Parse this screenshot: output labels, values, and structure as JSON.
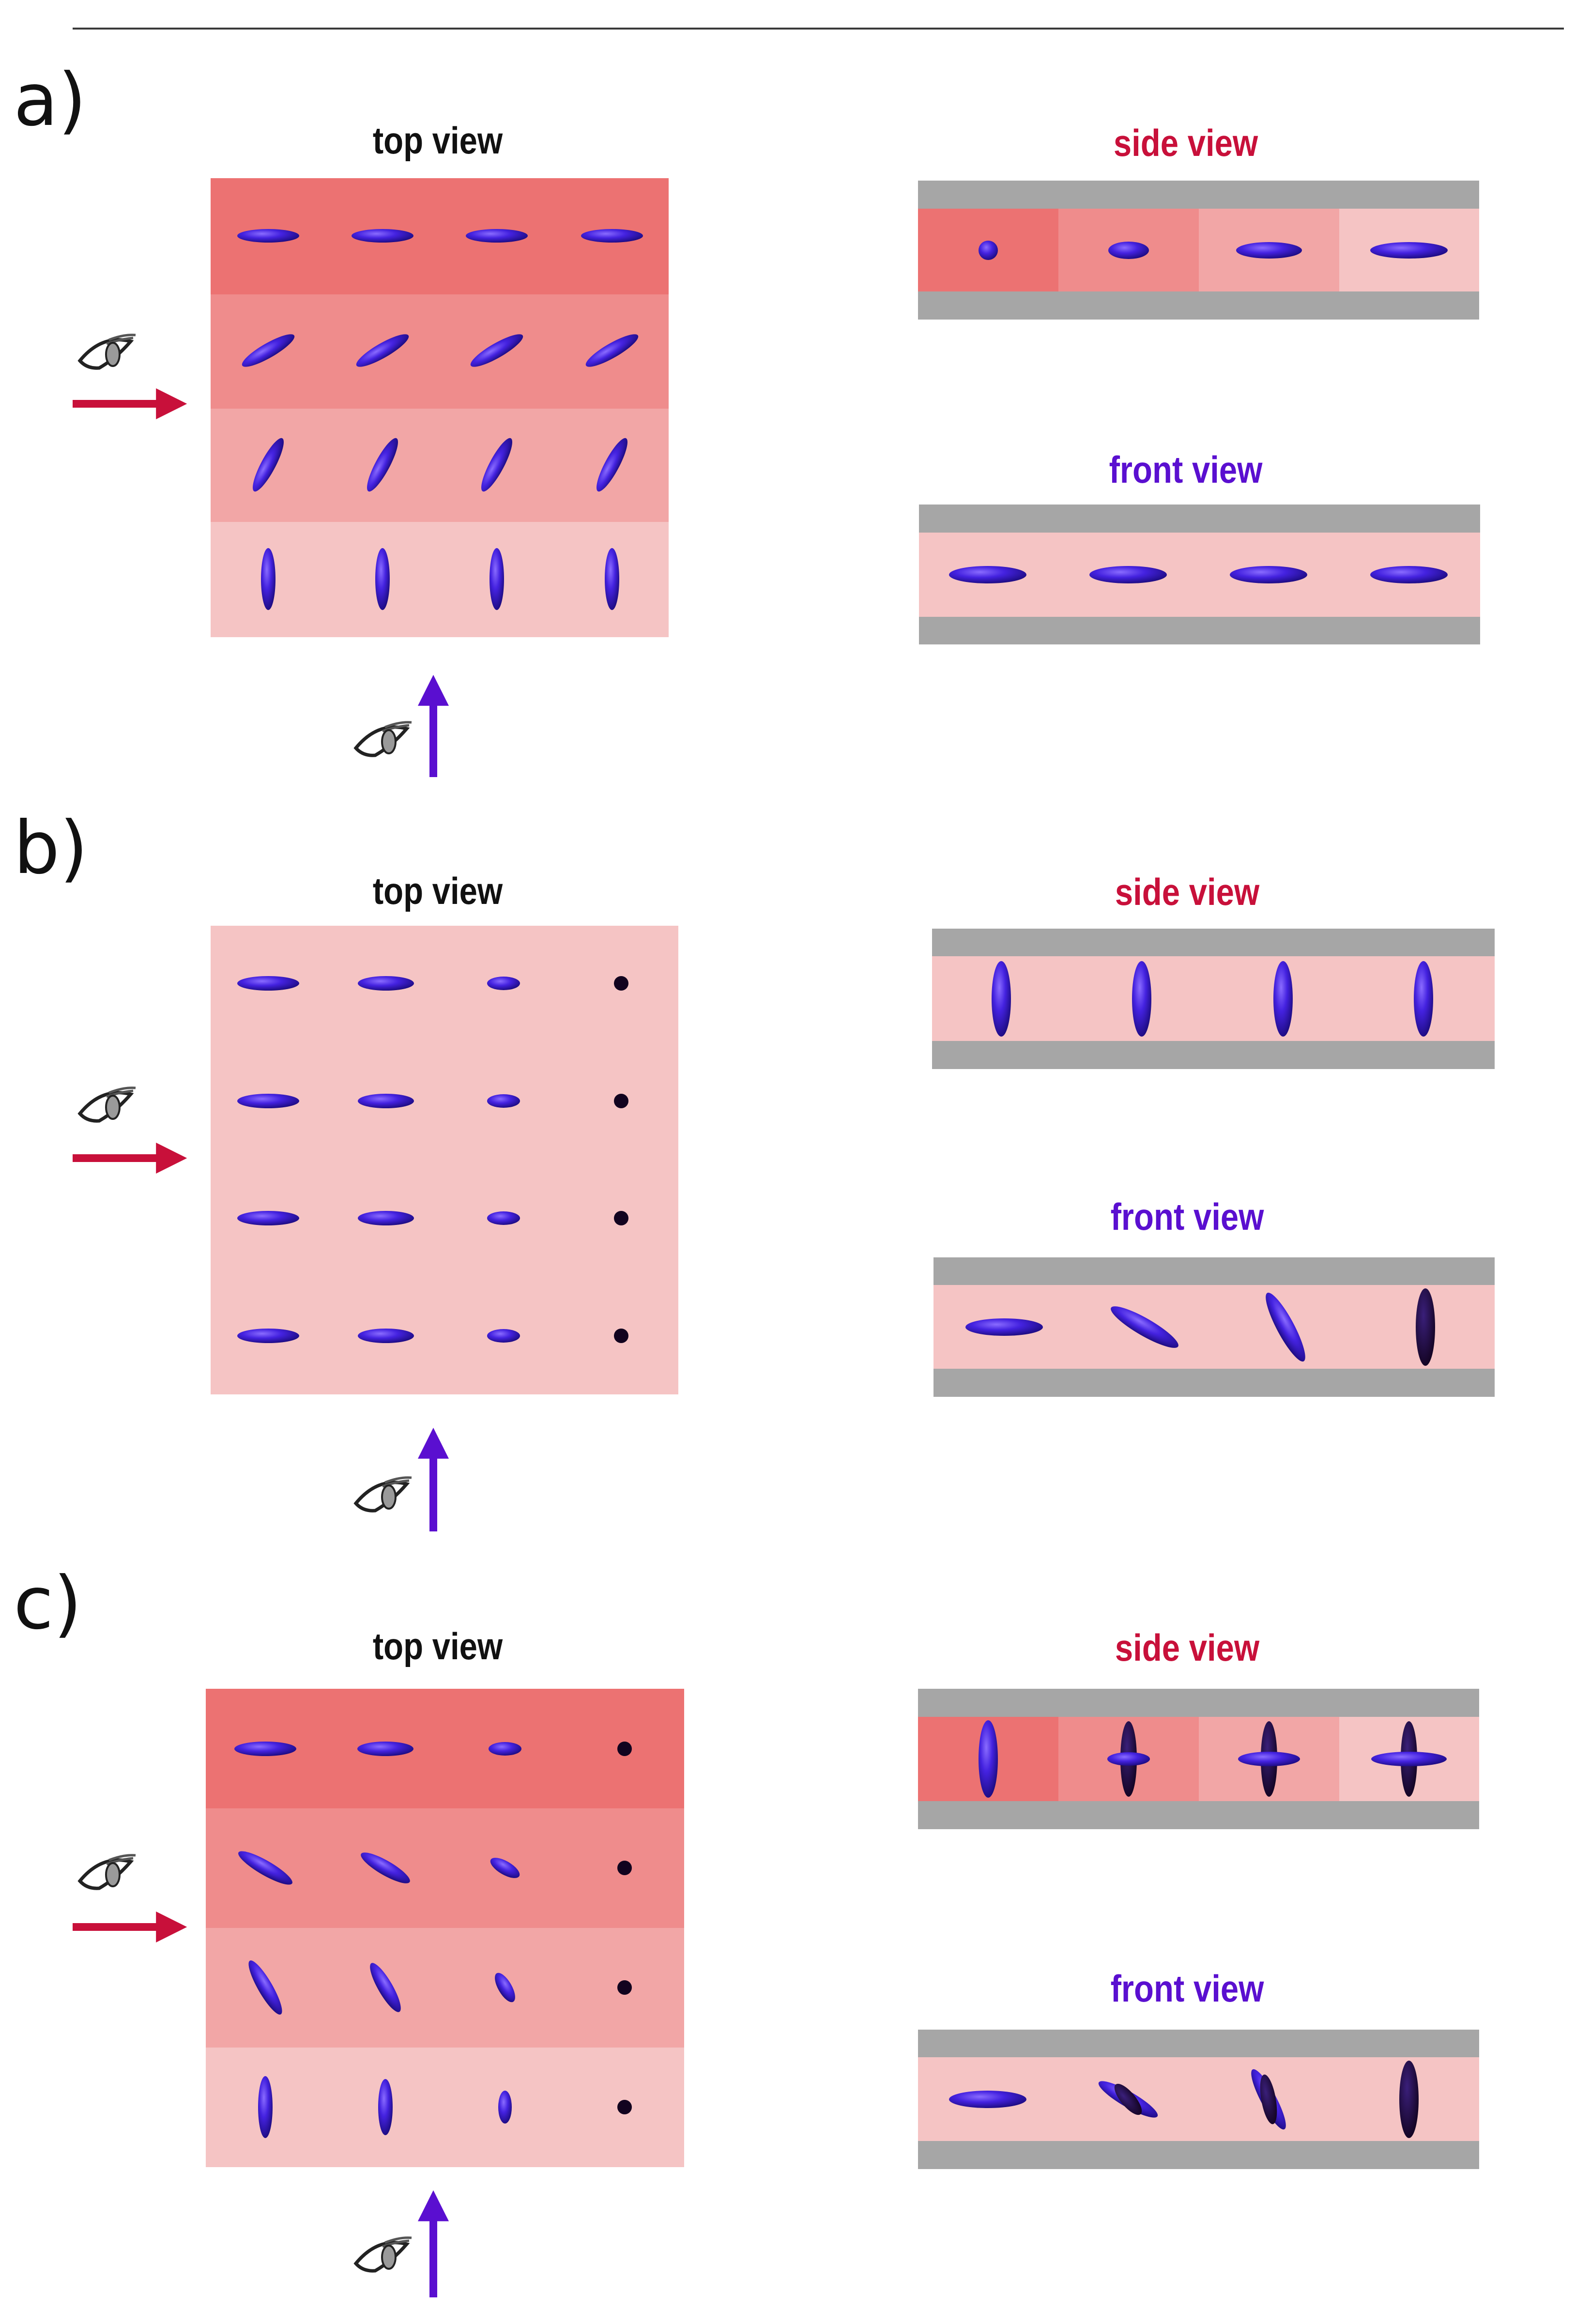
{
  "figure": {
    "panels": [
      {
        "label": "a)",
        "top_title": "top view",
        "side_title": "side view",
        "front_title": "front view"
      },
      {
        "label": "b)",
        "top_title": "top view",
        "side_title": "side view",
        "front_title": "front view"
      },
      {
        "label": "c)",
        "top_title": "top view",
        "side_title": "side view",
        "front_title": "front view"
      }
    ]
  },
  "colors": {
    "band_1": "#ec7272",
    "band_2": "#ef8c8c",
    "band_3": "#f2a6a6",
    "band_4": "#f5c4c4",
    "substrate": "#a6a6a6",
    "molecule": "#4422e0",
    "molecule_dark": "#1a0630",
    "arrow_red": "#c8103a",
    "arrow_purple": "#5a0fd0",
    "title_red": "#c8103a",
    "title_purple": "#5a0fd0"
  },
  "icons": [
    "eye-icon",
    "arrow-right-icon",
    "arrow-up-icon",
    "ellipsoid-molecule-icon"
  ]
}
